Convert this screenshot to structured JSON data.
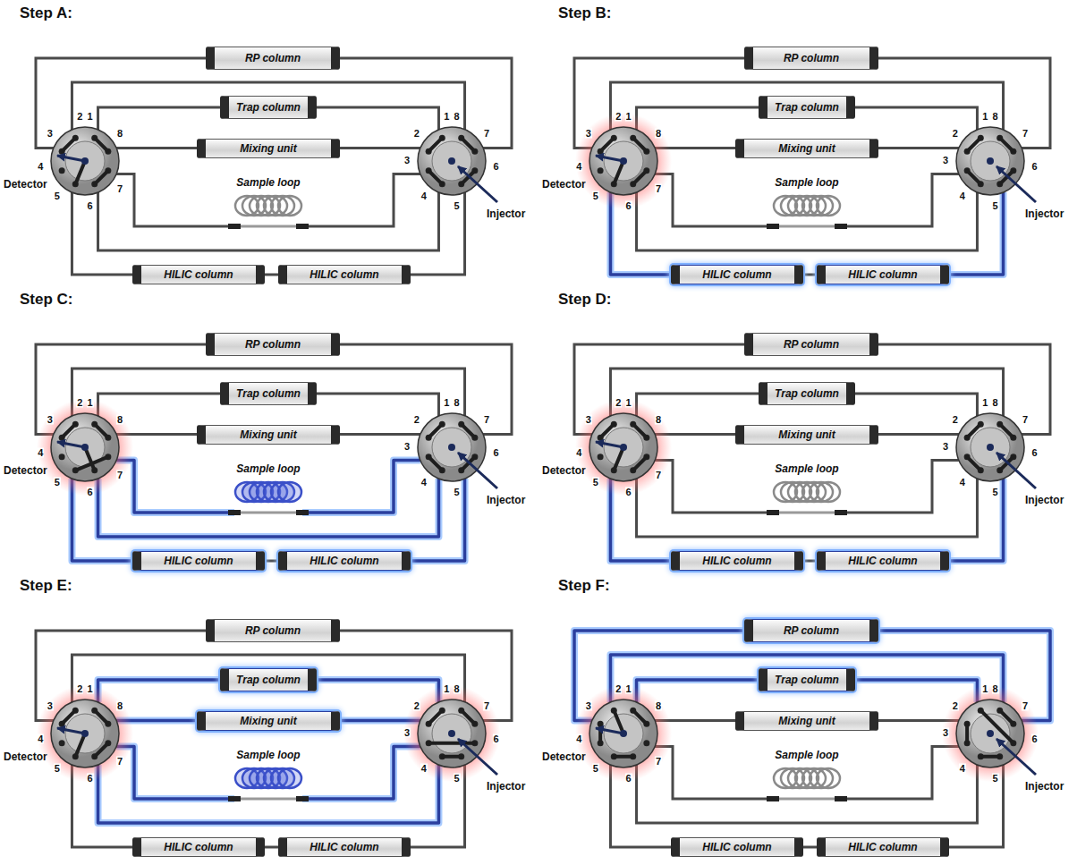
{
  "diagram": {
    "nodes": [
      {
        "text": [
          "RP column"
        ]
      },
      {
        "text": [
          "Trap column"
        ]
      },
      {
        "text": [
          "Mixing unit"
        ]
      },
      {
        "text": [
          "HILIC column"
        ]
      },
      {
        "text": [
          "HILIC column"
        ]
      },
      {
        "text": [
          "RP column"
        ]
      },
      {
        "text": [
          "Trap column"
        ]
      },
      {
        "text": [
          "Mixing unit"
        ]
      },
      {
        "text": [
          "HILIC column"
        ]
      },
      {
        "text": [
          "HILIC column"
        ]
      },
      {
        "text": [
          "RP column"
        ]
      },
      {
        "text": [
          "Trap column"
        ]
      },
      {
        "text": [
          "Mixing unit"
        ]
      },
      {
        "text": [
          "HILIC column"
        ]
      },
      {
        "text": [
          "HILIC column"
        ]
      },
      {
        "text": [
          "RP column"
        ]
      },
      {
        "text": [
          "Trap column"
        ]
      },
      {
        "text": [
          "Mixing unit"
        ]
      },
      {
        "text": [
          "HILIC column"
        ]
      },
      {
        "text": [
          "HILIC column"
        ]
      },
      {
        "text": [
          "RP column"
        ]
      },
      {
        "text": [
          "Trap column"
        ]
      },
      {
        "text": [
          "Mixing unit"
        ]
      },
      {
        "text": [
          "HILIC column"
        ]
      },
      {
        "text": [
          "HILIC column"
        ]
      },
      {
        "text": [
          "RP column"
        ]
      },
      {
        "text": [
          "Trap column"
        ]
      },
      {
        "text": [
          "Mixing unit"
        ]
      },
      {
        "text": [
          "HILIC column"
        ]
      },
      {
        "text": [
          "HILIC column"
        ]
      }
    ],
    "edges": [
      {
        "from": 3,
        "to": 4,
        "arrow": "none"
      },
      {
        "from": 8,
        "to": 9,
        "arrow": "none"
      },
      {
        "from": 13,
        "to": 14,
        "arrow": "none"
      },
      {
        "from": 18,
        "to": 19,
        "arrow": "none"
      },
      {
        "from": 23,
        "to": 24,
        "arrow": "none"
      },
      {
        "from": 28,
        "to": 29,
        "arrow": "none"
      }
    ],
    "labels": [
      "Step A:",
      "Sample loop",
      "Detector",
      "Injector",
      "1",
      "2",
      "3",
      "4",
      "5",
      "6",
      "7",
      "8",
      "1",
      "2",
      "3",
      "4",
      "5",
      "6",
      "7",
      "8",
      "Step B:",
      "Sample loop",
      "Detector",
      "Injector",
      "1",
      "2",
      "3",
      "4",
      "5",
      "6",
      "7",
      "8",
      "1",
      "2",
      "3",
      "4",
      "5",
      "6",
      "7",
      "8",
      "Step C:",
      "Sample loop",
      "Detector",
      "Injector",
      "1",
      "2",
      "3",
      "4",
      "5",
      "6",
      "7",
      "8",
      "1",
      "2",
      "3",
      "4",
      "5",
      "6",
      "7",
      "8",
      "Step D:",
      "Sample loop",
      "Detector",
      "Injector",
      "1",
      "2",
      "3",
      "4",
      "5",
      "6",
      "7",
      "8",
      "1",
      "2",
      "3",
      "4",
      "5",
      "6",
      "7",
      "8",
      "Step E:",
      "Sample loop",
      "Detector",
      "Injector",
      "1",
      "2",
      "3",
      "4",
      "5",
      "6",
      "7",
      "8",
      "1",
      "2",
      "3",
      "4",
      "5",
      "6",
      "7",
      "8",
      "Step F:",
      "Sample loop",
      "Detector",
      "Injector",
      "1",
      "2",
      "3",
      "4",
      "5",
      "6",
      "7",
      "8",
      "1",
      "2",
      "3",
      "4",
      "5",
      "6",
      "7",
      "8"
    ]
  }
}
